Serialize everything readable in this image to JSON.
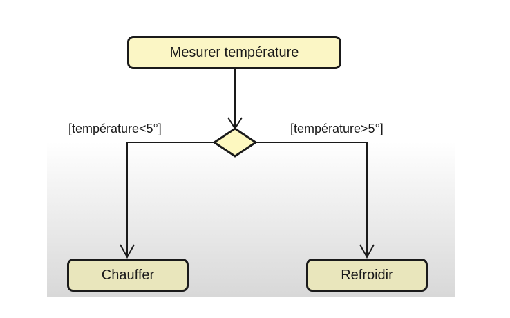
{
  "diagram": {
    "nodes": {
      "measure": "Mesurer température",
      "heat": "Chauffer",
      "cool": "Refroidir"
    },
    "guards": {
      "left": "[température<5°]",
      "right": "[température>5°]"
    },
    "colors": {
      "action_top_fill": "#fbf6c5",
      "action_bottom_fill": "#e9e6bc",
      "decision_fill": "#fdf8c0",
      "stroke": "#1a1a1a"
    }
  }
}
